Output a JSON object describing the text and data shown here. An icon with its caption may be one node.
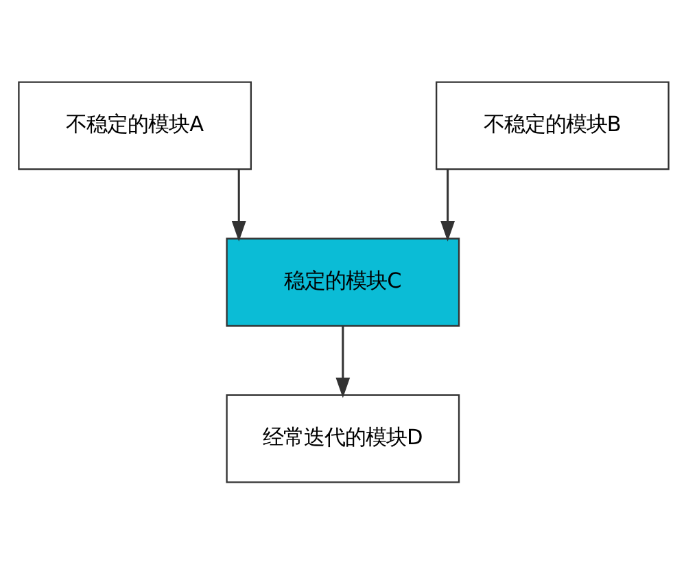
{
  "diagram": {
    "nodes": [
      {
        "text": [
          "不稳定的模块A"
        ]
      },
      {
        "text": [
          "不稳定的模块B"
        ]
      },
      {
        "text": [
          "稳定的模块C"
        ]
      },
      {
        "text": [
          "经常迭代的模块D"
        ]
      }
    ],
    "edges": [
      {
        "from": 0,
        "to": 2,
        "arrow": "to"
      },
      {
        "from": 1,
        "to": 2,
        "arrow": "to"
      },
      {
        "from": 2,
        "to": 3,
        "arrow": "to"
      }
    ]
  }
}
